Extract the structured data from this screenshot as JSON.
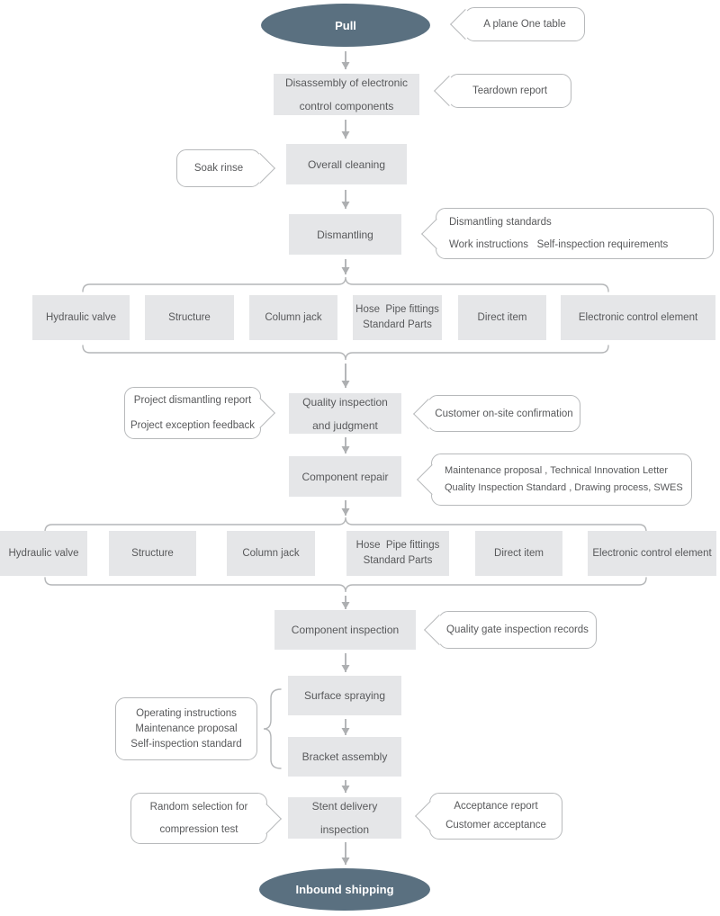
{
  "colors": {
    "terminal_fill": "#5a7080",
    "terminal_text": "#ffffff",
    "box_fill": "#e5e6e8",
    "text": "#58595b",
    "callout_border": "#b7b9bb",
    "connector": "#adafb1"
  },
  "nodes": {
    "start": "Pull",
    "disassembly_line1": "Disassembly of electronic",
    "disassembly_line2": "control components",
    "overall_cleaning": "Overall cleaning",
    "dismantling": "Dismantling",
    "quality_inspection_line1": "Quality inspection",
    "quality_inspection_line2": "and judgment",
    "component_repair": "Component repair",
    "component_inspection": "Component inspection",
    "surface_spraying": "Surface spraying",
    "bracket_assembly": "Bracket assembly",
    "stent_delivery_line1": "Stent delivery",
    "stent_delivery_line2": "inspection",
    "end": "Inbound shipping"
  },
  "parts": {
    "hydraulic_valve": "Hydraulic valve",
    "structure": "Structure",
    "column_jack": "Column jack",
    "hose_line1": "Hose  Pipe fittings",
    "hose_line2": "Standard Parts",
    "direct_item": "Direct item",
    "electronic": "Electronic control element"
  },
  "callouts": {
    "plane_table": "A plane One table",
    "teardown_report": "Teardown report",
    "soak_rinse": "Soak rinse",
    "dismantling_std_line1": "Dismantling standards",
    "dismantling_std_line2": "Work instructions   Self-inspection requirements",
    "project_line1": "Project dismantling report",
    "project_line2": "Project exception feedback",
    "customer_confirmation": "Customer on-site confirmation",
    "maintenance_line1": "Maintenance proposal , Technical Innovation Letter",
    "maintenance_line2": "Quality Inspection Standard , Drawing process, SWES",
    "quality_gate": "Quality gate inspection records",
    "operating_line1": "Operating instructions",
    "operating_line2": "Maintenance proposal",
    "operating_line3": "Self-inspection standard",
    "random_line1": "Random selection for",
    "random_line2": "compression test",
    "acceptance_line1": "Acceptance report",
    "acceptance_line2": "Customer acceptance"
  }
}
